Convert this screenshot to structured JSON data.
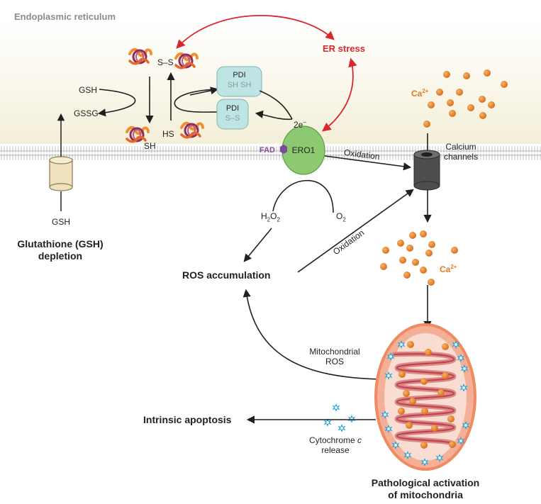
{
  "compartment": {
    "er_label": "Endoplasmic reticulum"
  },
  "er_stress": "ER stress",
  "disulfide": {
    "ss": "S–S",
    "hs": "HS",
    "sh": "SH"
  },
  "glutathione": {
    "gsh_top": "GSH",
    "gssg": "GSSG",
    "gsh_bottom": "GSH",
    "depletion": "Glutathione (GSH)\ndepletion"
  },
  "pdi": {
    "reduced_name": "PDI",
    "reduced_state": "SH SH",
    "oxidized_name": "PDI",
    "oxidized_state": "S–S"
  },
  "electrons": {
    "base": "2e",
    "sup": "–"
  },
  "fad": "FAD",
  "ero1": "ERO1",
  "oxidation_top": "Oxidation",
  "oxidation_mid": "Oxidation",
  "calcium_channels": "Calcium\nchannels",
  "calcium": {
    "base": "Ca",
    "sup": "2+"
  },
  "h2o2": {
    "h": "H",
    "s1": "2",
    "o": "O",
    "s2": "2"
  },
  "o2": {
    "o": "O",
    "s": "2"
  },
  "ros_accumulation": "ROS accumulation",
  "mito_ros": "Mitochondrial\nROS",
  "intrinsic_apoptosis": "Intrinsic apoptosis",
  "cyt_c": {
    "line1_a": "Cytochrome ",
    "line1_b": "c",
    "line2": "release"
  },
  "pathological": "Pathological activation\nof mitochondria",
  "colors": {
    "stress_arrow": "#d7282f",
    "calcium": "#e07b1f",
    "pdi_fill": "#bfe4e4",
    "ero1_fill": "#8dc971",
    "mito_fill": "#f2a98b",
    "cyt_c": "#2aa7d9"
  }
}
